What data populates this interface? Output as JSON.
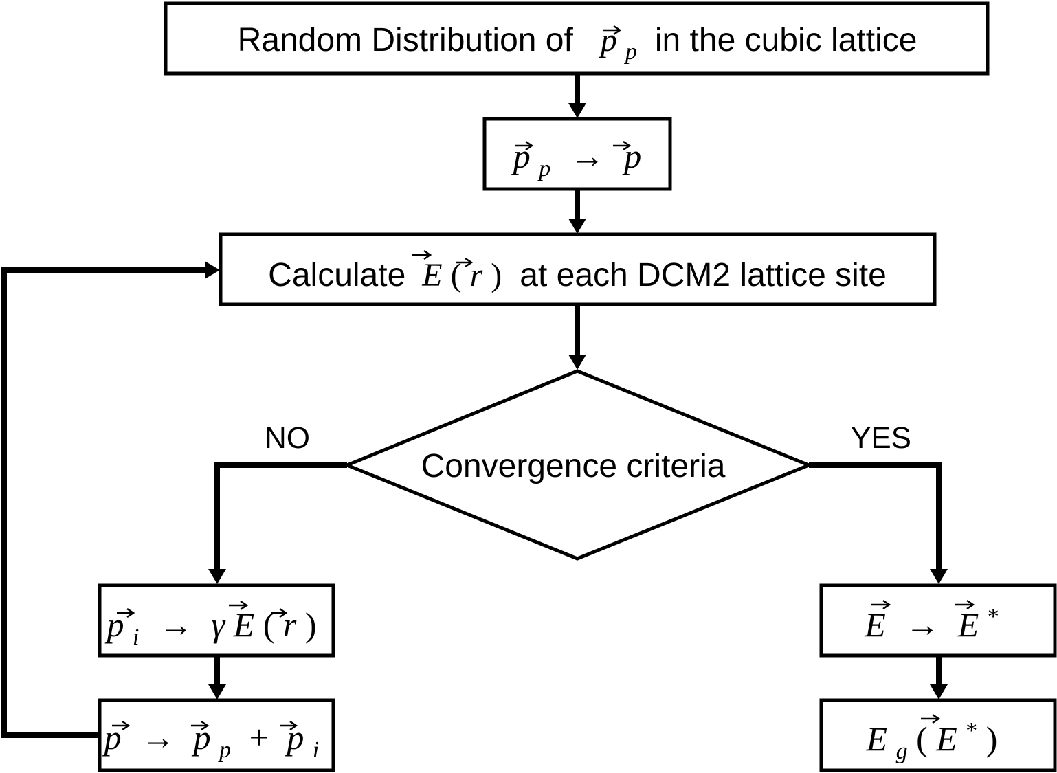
{
  "nodes": {
    "random": {
      "text_before": "Random Distribution of",
      "math_main": "p",
      "math_sub": "p",
      "text_after": "in the cubic lattice"
    },
    "pp_to_p": {
      "lhs_main": "p",
      "lhs_sub": "p",
      "arrow": "→",
      "rhs_main": "p"
    },
    "calculate": {
      "text_before": "Calculate",
      "field": "E",
      "open_paren": "(",
      "pos": "r",
      "close_paren": ")",
      "text_after": "at each DCM2 lattice site"
    },
    "convergence": {
      "label": "Convergence criteria"
    },
    "pi_update": {
      "lhs_main": "p",
      "lhs_sub": "i",
      "arrow": "→",
      "gamma": "γ",
      "field": "E",
      "open_paren": "(",
      "pos": "r",
      "close_paren": ")"
    },
    "p_sum": {
      "lhs_main": "p",
      "arrow": "→",
      "t1_main": "p",
      "t1_sub": "p",
      "plus": "+",
      "t2_main": "p",
      "t2_sub": "i"
    },
    "e_star": {
      "lhs": "E",
      "arrow": "→",
      "rhs": "E",
      "star": "*"
    },
    "eg": {
      "main": "E",
      "sub": "g",
      "open_paren": "(",
      "field": "E",
      "star": "*",
      "close_paren": ")"
    }
  },
  "branches": {
    "no": "NO",
    "yes": "YES"
  },
  "colors": {
    "stroke": "#000000",
    "background": "#ffffff"
  }
}
